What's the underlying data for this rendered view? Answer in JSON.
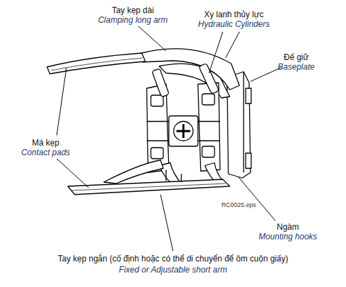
{
  "diagram": {
    "labels": [
      "Tay kẹp dài",
      "Clamping long arm",
      "Xy lanh thủy lực",
      "Hydraulic Cylinders",
      "Đế giữ",
      "Baseplate",
      "Má kẹp",
      "Contact pads",
      "RC0025.eps",
      "Ngàm",
      "Mounting hooks",
      "Tay kẹp ngắn (cố định hoặc có thể di chuyển để ôm cuộn giấy)",
      "Fixed or Adjustable short arm"
    ]
  }
}
